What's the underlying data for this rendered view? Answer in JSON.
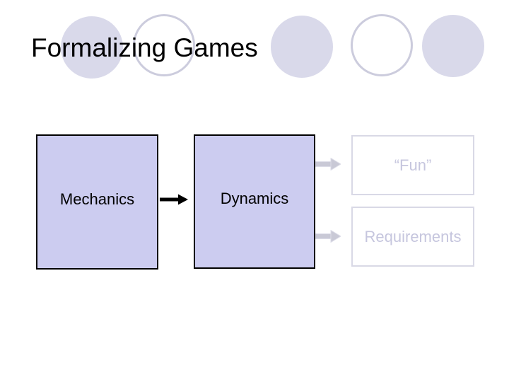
{
  "slide": {
    "title": "Formalizing Games",
    "nodes": [
      {
        "id": "mechanics",
        "label": "Mechanics",
        "style": "solid"
      },
      {
        "id": "dynamics",
        "label": "Dynamics",
        "style": "solid"
      },
      {
        "id": "fun",
        "label": "“Fun”",
        "style": "ghost"
      },
      {
        "id": "requirements",
        "label": "Requirements",
        "style": "ghost"
      }
    ],
    "edges": [
      {
        "from": "mechanics",
        "to": "dynamics",
        "style": "solid-black"
      },
      {
        "from": "dynamics",
        "to": "fun",
        "style": "ghost-gray"
      },
      {
        "from": "dynamics",
        "to": "requirements",
        "style": "ghost-gray"
      }
    ],
    "decorative_circles": [
      {
        "style": "filled"
      },
      {
        "style": "outlined"
      },
      {
        "style": "filled"
      },
      {
        "style": "outlined"
      },
      {
        "style": "filled"
      }
    ],
    "colors": {
      "background": "#ffffff",
      "title_text": "#000000",
      "node_fill": "#ccccf0",
      "node_border": "#000000",
      "node_text": "#000000",
      "black_arrow": "#000000",
      "ghost_border": "#d9d9e6",
      "ghost_text": "#c6c6de",
      "ghost_arrow_fill": "#c9c9d6",
      "ghost_arrow_edge": "#dddde8",
      "circle_fill": "#d9d9ea",
      "circle_outline": "#ccccdd"
    }
  }
}
